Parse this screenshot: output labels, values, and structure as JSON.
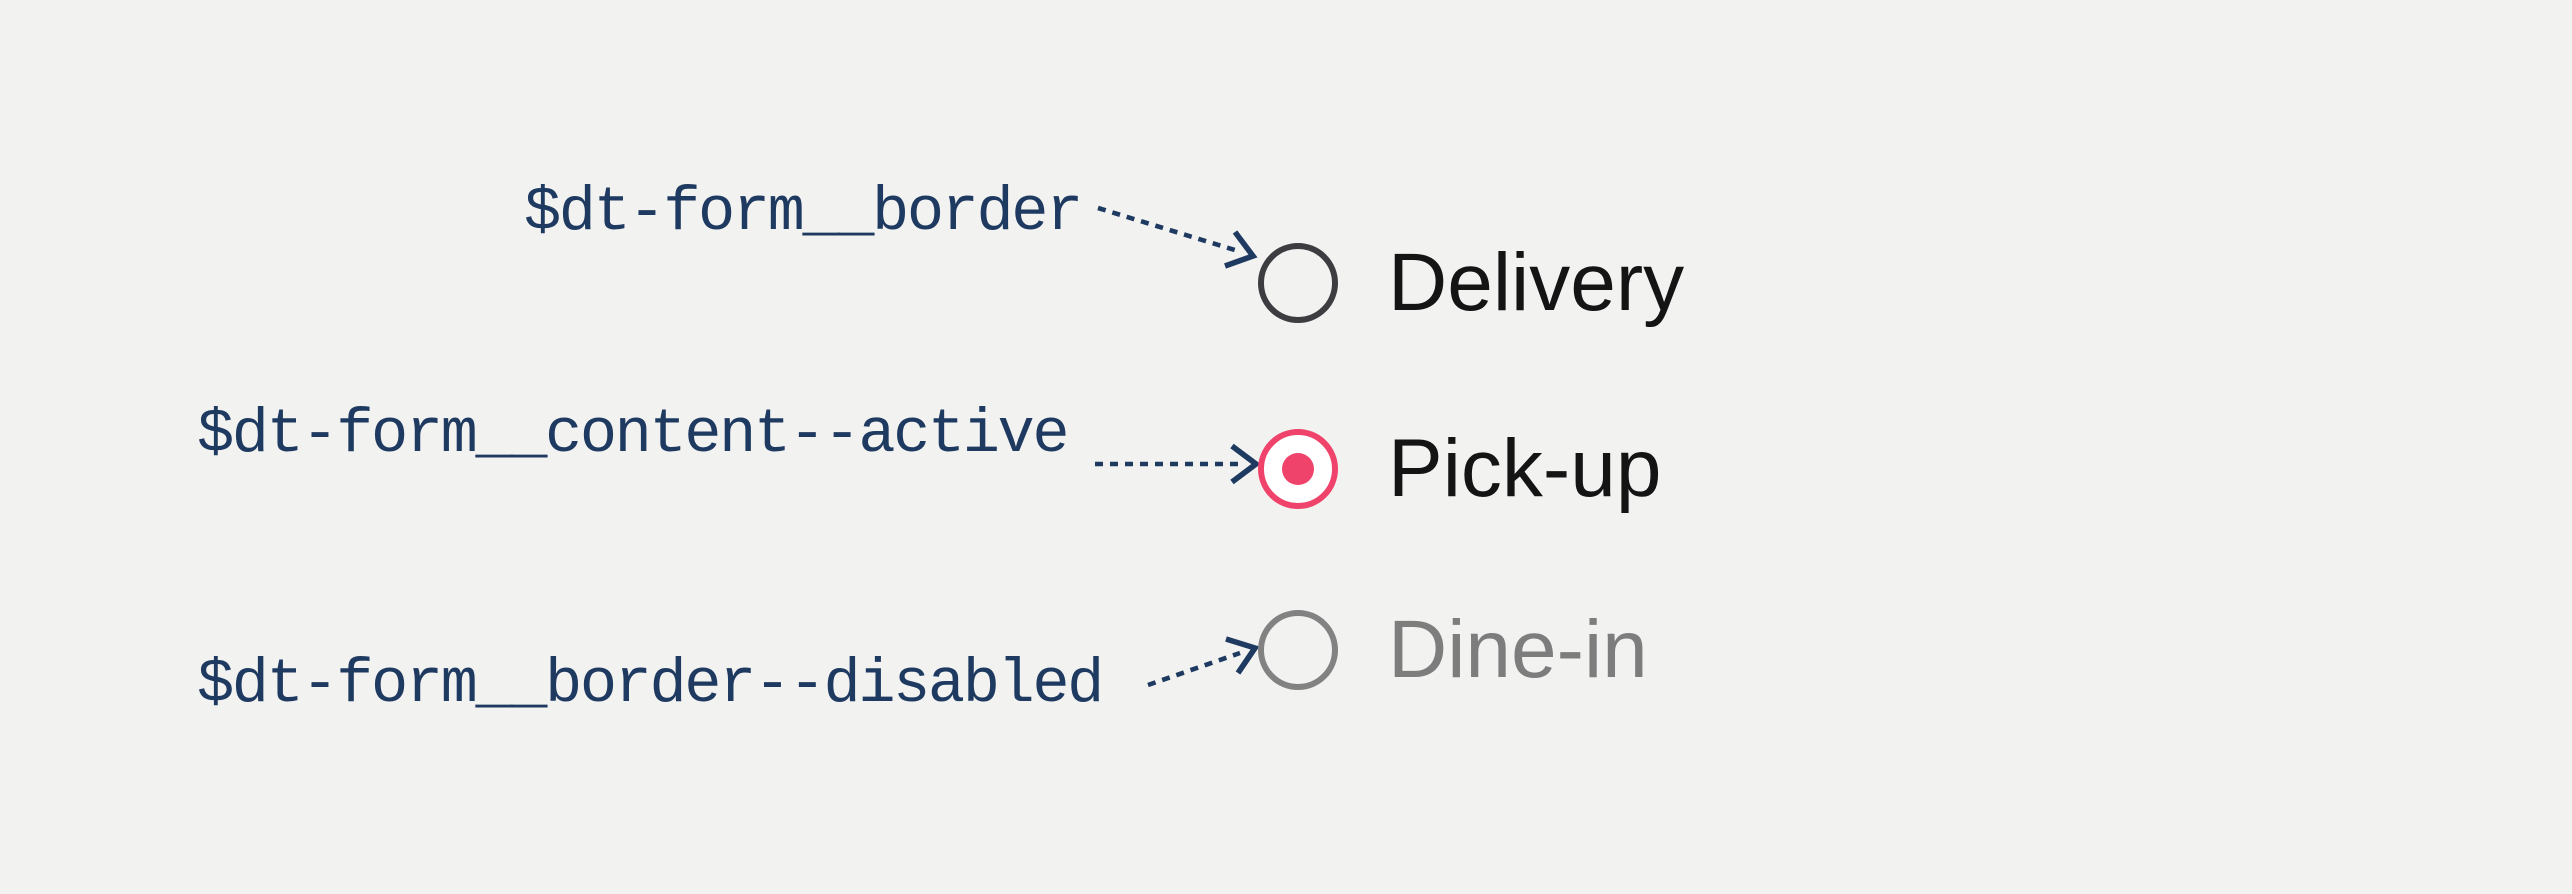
{
  "figure": {
    "description": "Design token annotation of a radio button group",
    "annotations": [
      {
        "token": "$dt-form__border",
        "target_option": "Delivery"
      },
      {
        "token": "$dt-form__content--active",
        "target_option": "Pick-up"
      },
      {
        "token": "$dt-form__border--disabled",
        "target_option": "Dine-in"
      }
    ],
    "radio_group": {
      "options": [
        {
          "label": "Delivery",
          "state": "unselected"
        },
        {
          "label": "Pick-up",
          "state": "selected"
        },
        {
          "label": "Dine-in",
          "state": "disabled"
        }
      ]
    },
    "colors": {
      "background": "#f2f2f1",
      "annotation_navy": "#1f3a60",
      "active_pink": "#f0436b",
      "radio_border_dark": "#3d3d41",
      "radio_border_disabled": "#828282",
      "option_text": "#141414",
      "option_text_disabled": "#7d7d7d"
    }
  }
}
